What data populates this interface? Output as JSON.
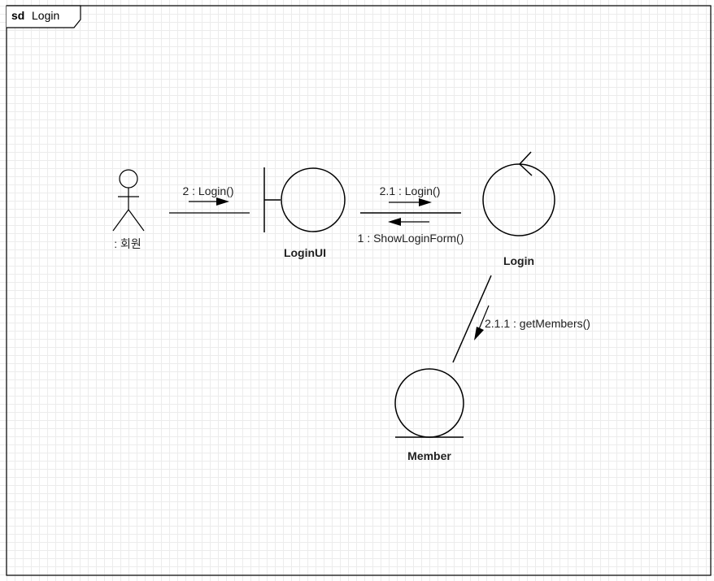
{
  "frame": {
    "keyword": "sd",
    "name": "Login"
  },
  "actor": {
    "label": ": 회원"
  },
  "objects": {
    "boundary": {
      "label": "LoginUI"
    },
    "control": {
      "label": "Login"
    },
    "entity": {
      "label": "Member"
    }
  },
  "messages": {
    "actor_to_ui": "2 : Login()",
    "ui_to_control": "2.1 : Login()",
    "control_to_ui": "1 : ShowLoginForm()",
    "control_to_entity": "2.1.1 : getMembers()"
  },
  "colors": {
    "line": "#000000",
    "text": "#1f1f1f",
    "grid": "#ececec",
    "background": "#ffffff"
  }
}
